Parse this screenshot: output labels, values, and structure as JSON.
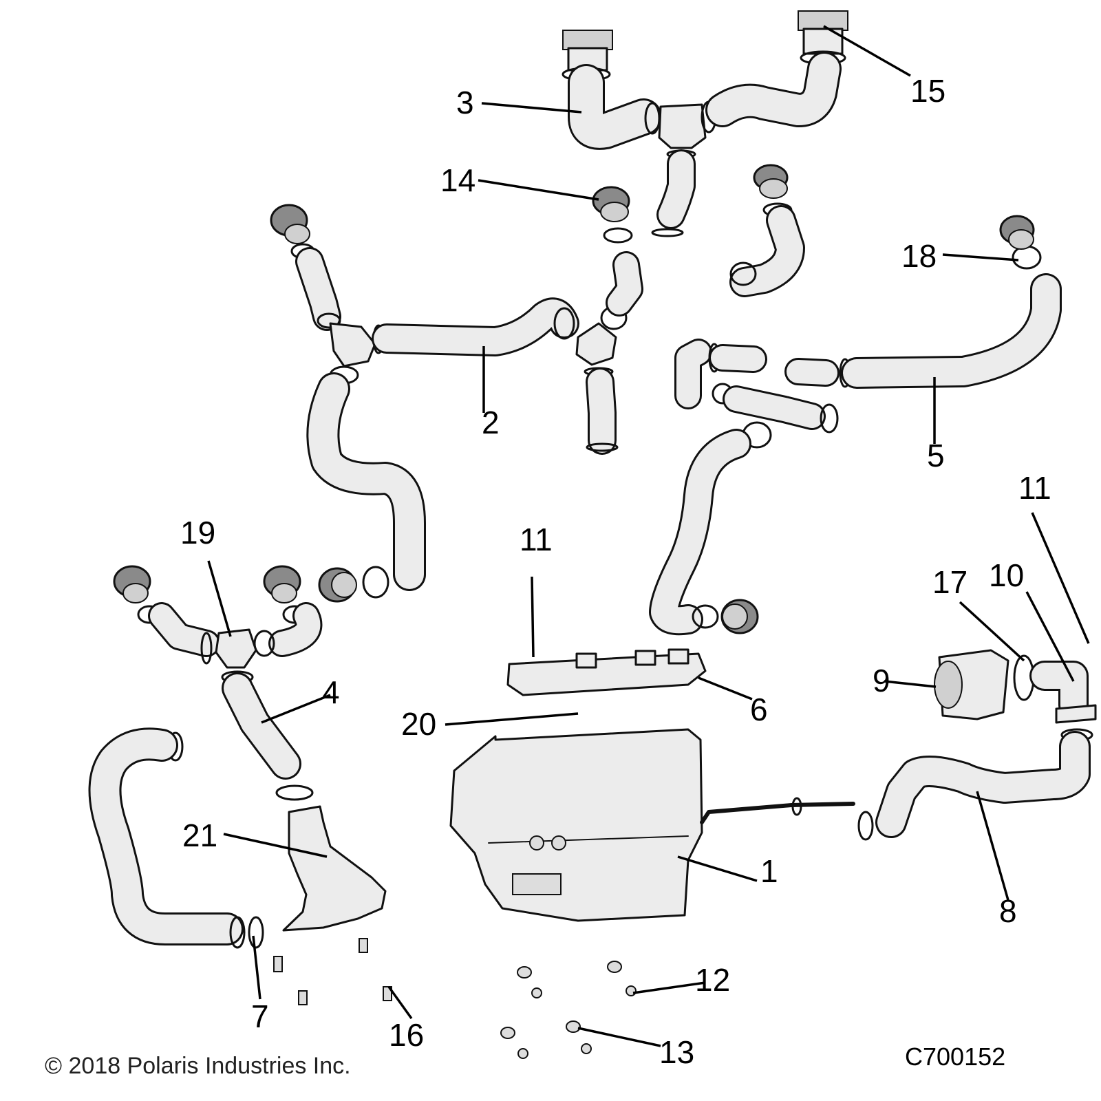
{
  "callouts": {
    "c1": "1",
    "c2": "2",
    "c3": "3",
    "c4": "4",
    "c5": "5",
    "c6": "6",
    "c7": "7",
    "c8": "8",
    "c9": "9",
    "c10": "10",
    "c11a": "11",
    "c11b": "11",
    "c12": "12",
    "c13": "13",
    "c14": "14",
    "c15": "15",
    "c16": "16",
    "c17": "17",
    "c18": "18",
    "c19": "19",
    "c20": "20",
    "c21": "21"
  },
  "figure_code": "C700152",
  "copyright": "© 2018 Polaris Industries Inc."
}
